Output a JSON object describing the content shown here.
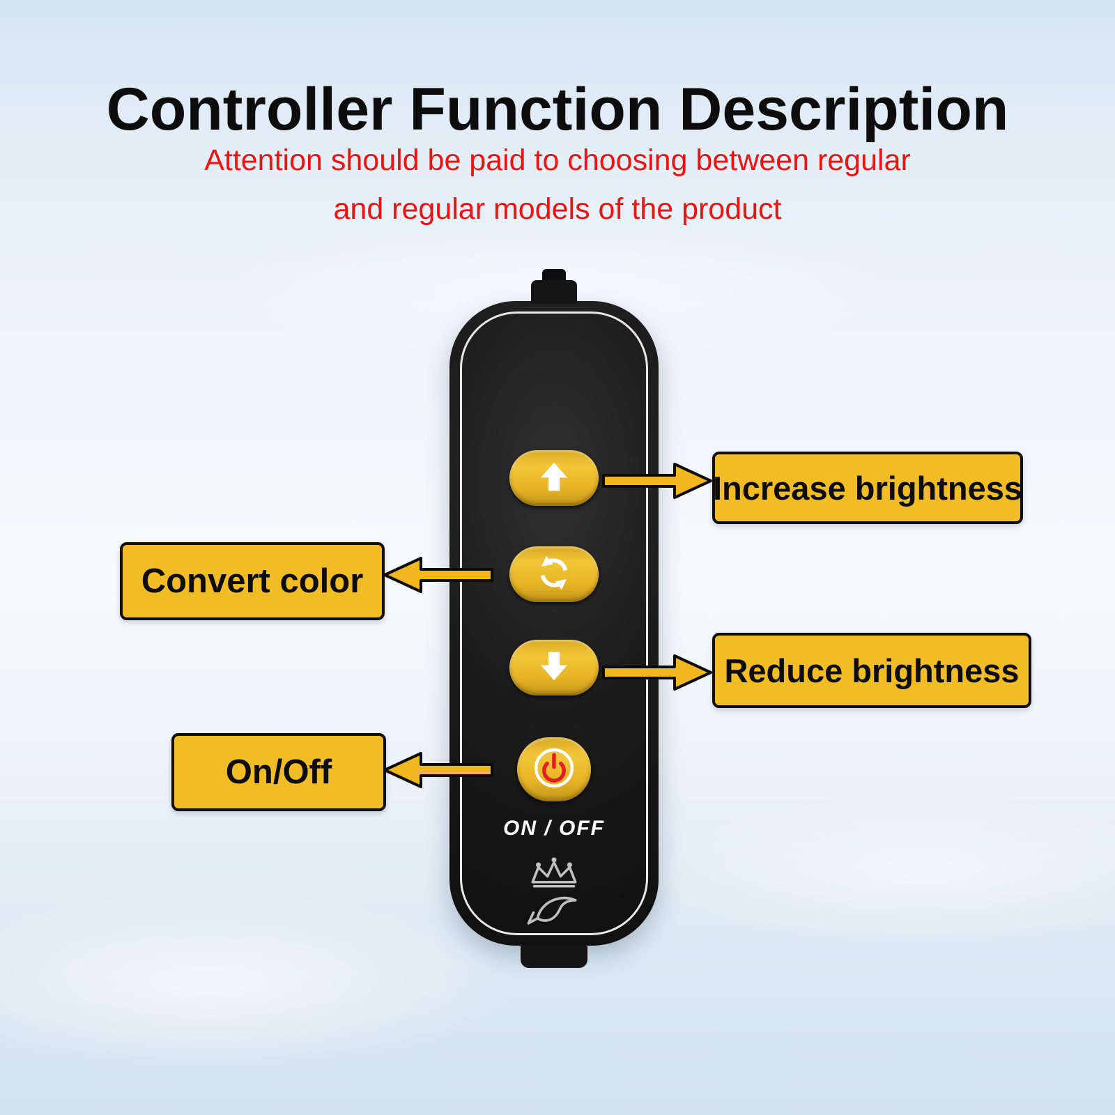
{
  "header": {
    "title": "Controller Function Description",
    "subtitle_line1": "Attention should be paid to choosing between regular",
    "subtitle_line2": "and regular models of the product"
  },
  "controller": {
    "description": "inline black remote controller with four yellow buttons",
    "on_off_label": "ON / OFF",
    "buttons": [
      {
        "icon": "arrow-up-icon",
        "function": "Increase brightness"
      },
      {
        "icon": "cycle-icon",
        "function": "Convert color"
      },
      {
        "icon": "arrow-down-icon",
        "function": "Reduce brightness"
      },
      {
        "icon": "power-icon",
        "function": "On/Off"
      }
    ]
  },
  "callouts": {
    "increase": {
      "label": "Increase brightness",
      "side": "right"
    },
    "convert": {
      "label": "Convert color",
      "side": "left"
    },
    "reduce": {
      "label": "Reduce brightness",
      "side": "right"
    },
    "power": {
      "label": "On/Off",
      "side": "left"
    }
  },
  "colors": {
    "background_blue": "#dce8f3",
    "accent_yellow": "#f2bd24",
    "button_gold": "#e7b426",
    "controller_black": "#1a1a1a",
    "subtitle_red": "#ee1310",
    "power_glyph_red": "#e02020",
    "icon_white": "#ffffff"
  }
}
